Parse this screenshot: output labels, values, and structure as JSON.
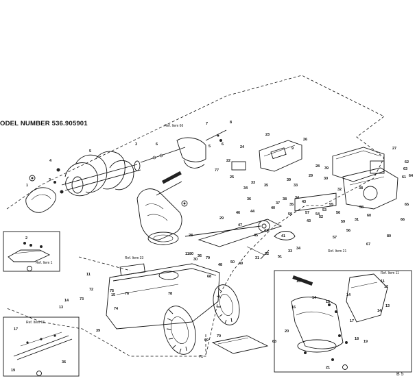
{
  "model": {
    "label": "ODEL NUMBER 536.905901"
  },
  "refs": {
    "ref66": "Ref. Item 66",
    "ref33": "Ref. Item 33",
    "ref1": "Ref. Item 1",
    "ref21": "Ref. Item 21",
    "ref66b": "Ref. Item 66",
    "ref11": "Ref. Item 11"
  },
  "parts": {
    "p1": "1",
    "p2": "2",
    "p3": "3",
    "p4": "4",
    "p5": "5",
    "p6": "6",
    "p7": "7",
    "p8": "8",
    "p9": "9",
    "p10": "10",
    "p11": "11",
    "p12": "12",
    "p13": "13",
    "p14": "14",
    "p15": "15",
    "p16": "16",
    "p17": "17",
    "p18": "18",
    "p19": "19",
    "p20": "20",
    "p21": "21",
    "p22": "22",
    "p23": "23",
    "p24": "24",
    "p25": "25",
    "p26": "26",
    "p27": "27",
    "p28": "28",
    "p29": "29",
    "p30": "30",
    "p31": "31",
    "p32": "32",
    "p33": "33",
    "p34": "34",
    "p35": "35",
    "p36": "36",
    "p37": "37",
    "p38": "38",
    "p39": "39",
    "p40": "40",
    "p41": "41",
    "p42": "42",
    "p43": "43",
    "p44": "44",
    "p45": "45",
    "p46": "46",
    "p47": "47",
    "p48": "48",
    "p49": "49",
    "p50": "50",
    "p51": "51",
    "p52": "52",
    "p53": "53",
    "p54": "54",
    "p55": "55",
    "p56": "56",
    "p57": "57",
    "p58": "58",
    "p59": "59",
    "p60": "60",
    "p61": "61",
    "p62": "62",
    "p63": "63",
    "p64": "64",
    "p65": "65",
    "p66": "66",
    "p67": "67",
    "p68": "68",
    "p69": "69",
    "p70": "70",
    "p71": "71",
    "p72": "72",
    "p73": "73",
    "p74": "74",
    "p75": "75",
    "p76": "76",
    "p77": "77",
    "p78": "78",
    "p79": "79",
    "p80": "80"
  },
  "page_code": "B 5"
}
